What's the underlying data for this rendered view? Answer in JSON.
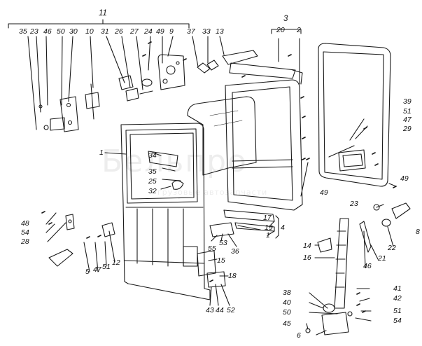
{
  "watermark": {
    "main": "Бельпро",
    "sub": "грузовые автозапчасти",
    "color": "#000000"
  },
  "callouts": [
    "11",
    "35",
    "23",
    "46",
    "50",
    "30",
    "10",
    "31",
    "26",
    "27",
    "24",
    "49",
    "9",
    "37",
    "33",
    "13",
    "3",
    "20",
    "2",
    "39",
    "51",
    "47",
    "29",
    "1",
    "34",
    "35",
    "25",
    "32",
    "49",
    "48",
    "54",
    "28",
    "49",
    "23",
    "8",
    "22",
    "21",
    "46",
    "14",
    "16",
    "5",
    "47",
    "51",
    "12",
    "55",
    "53",
    "36",
    "17",
    "19",
    "4",
    "1",
    "15",
    "18",
    "43",
    "44",
    "52",
    "38",
    "40",
    "50",
    "45",
    "6",
    "41",
    "42",
    "51",
    "54"
  ]
}
